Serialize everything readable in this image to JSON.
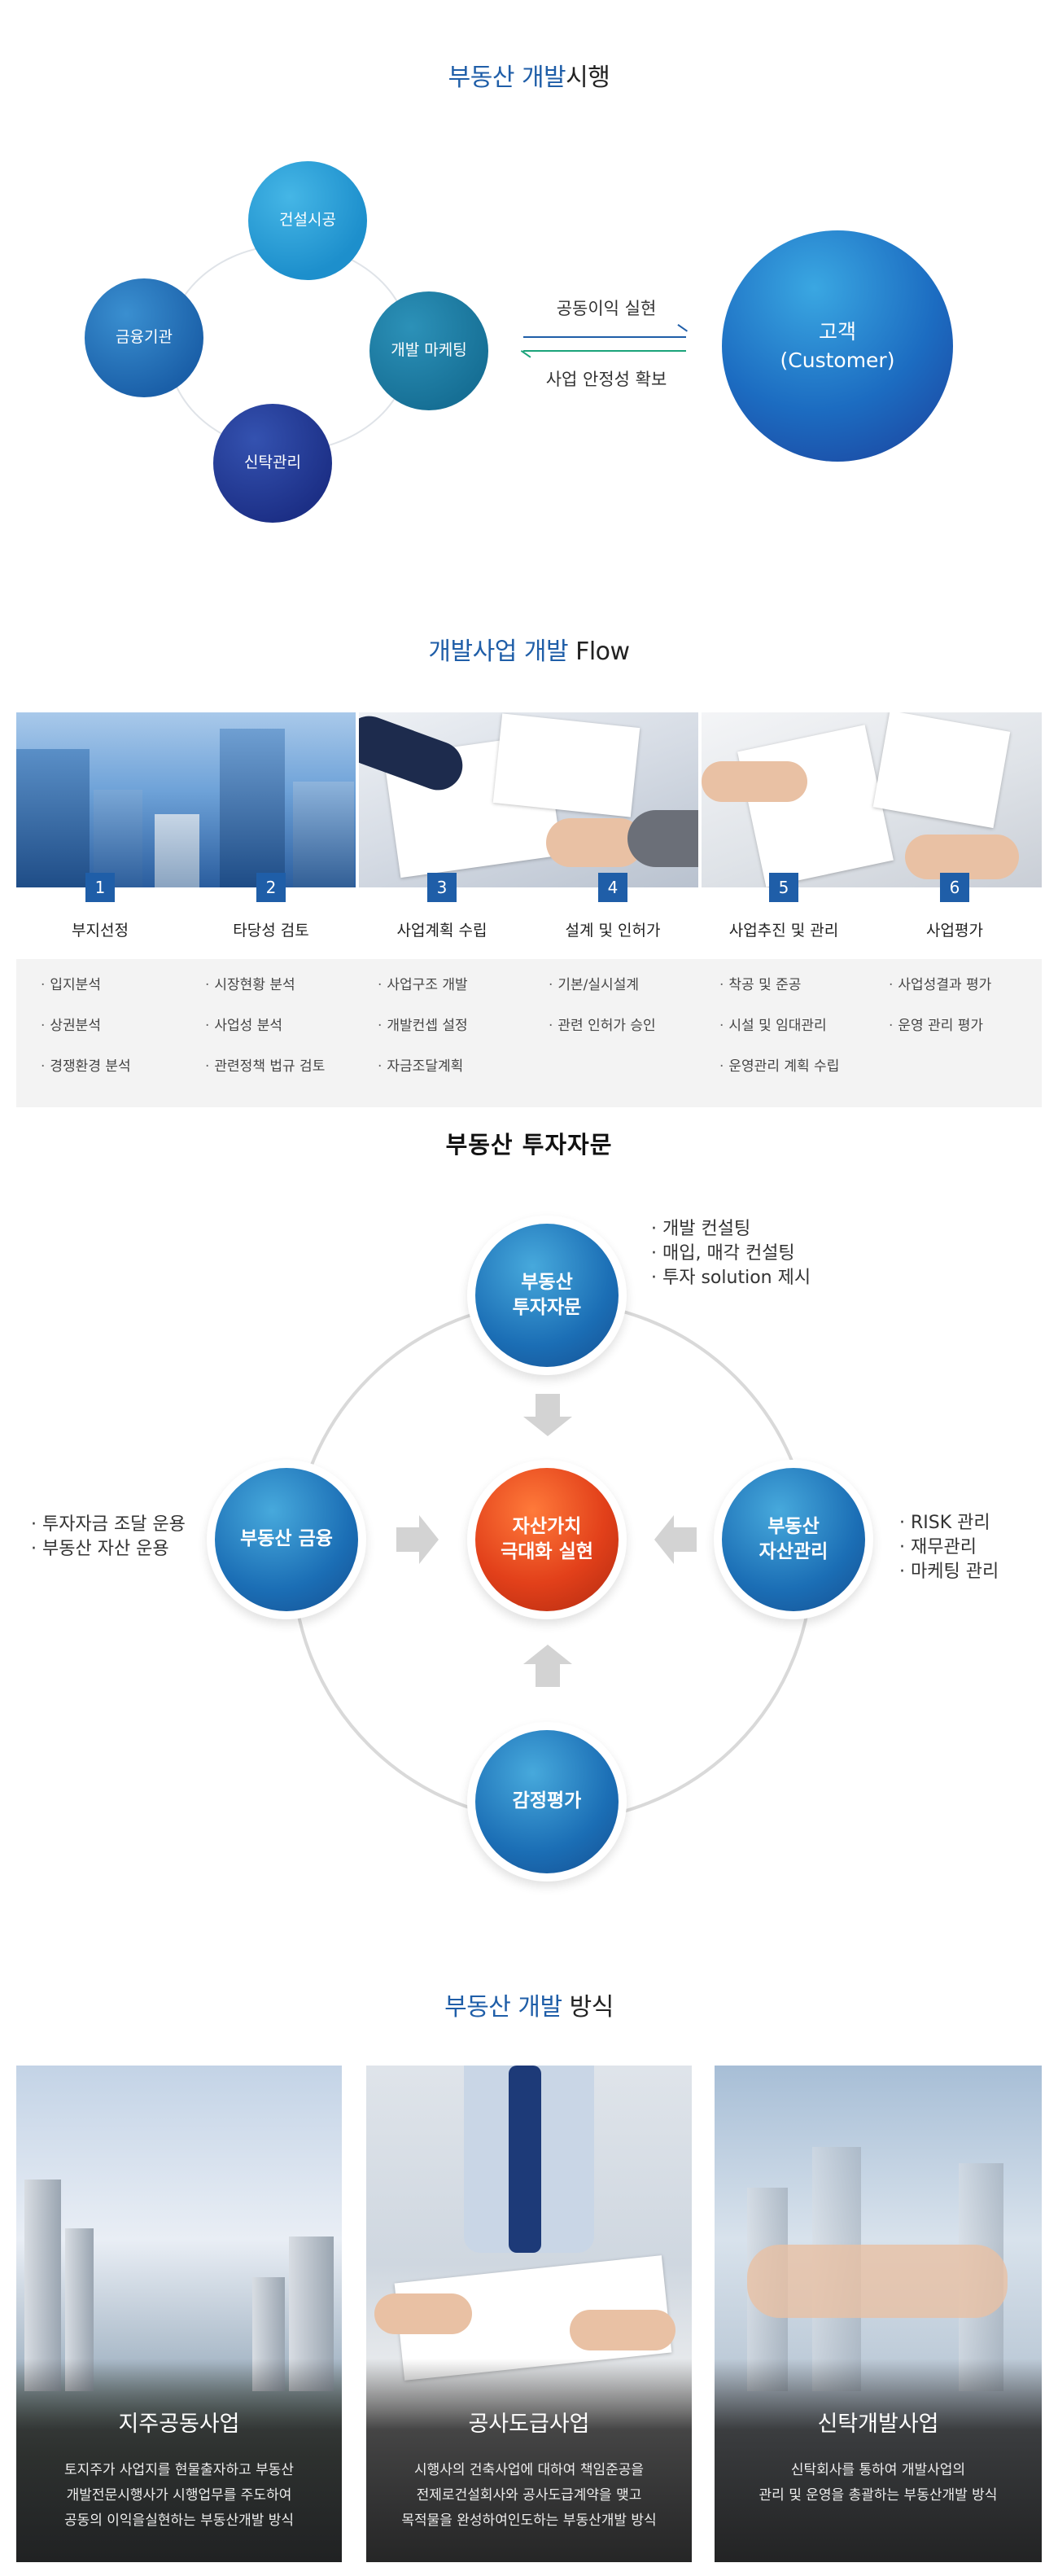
{
  "section1": {
    "title_blue": "부동산 개발",
    "title_rest": "시행",
    "circles": {
      "build": "건설시공",
      "finance": "금융기관",
      "marketing": "개발 마케팅",
      "trust": "신탁관리"
    },
    "arrow_top": "공동이익 실현",
    "arrow_bottom": "사업 안정성 확보",
    "customer_line1": "고객",
    "customer_line2": "(Customer)"
  },
  "section2": {
    "title_blue": "개발사업 개발",
    "title_rest": " Flow",
    "steps": [
      {
        "num": "1",
        "title": "부지선정",
        "items": [
          "입지분석",
          "상권분석",
          "경쟁환경 분석"
        ]
      },
      {
        "num": "2",
        "title": "타당성 검토",
        "items": [
          "시장현황 분석",
          "사업성 분석",
          "관련정책 법규 검토"
        ]
      },
      {
        "num": "3",
        "title": "사업계획 수립",
        "items": [
          "사업구조 개발",
          "개발컨셉 설정",
          "자금조달계획"
        ]
      },
      {
        "num": "4",
        "title": "설계 및 인허가",
        "items": [
          "기본/실시설계",
          "관련 인허가 승인"
        ]
      },
      {
        "num": "5",
        "title": "사업추진 및 관리",
        "items": [
          "착공 및 준공",
          "시설 및 임대관리",
          "운영관리 계획 수립"
        ]
      },
      {
        "num": "6",
        "title": "사업평가",
        "items": [
          "사업성결과 평가",
          "운영 관리 평가"
        ]
      }
    ]
  },
  "section3": {
    "title": "부동산 투자자문",
    "top_l1": "부동산",
    "top_l2": "투자자문",
    "left": "부동산 금융",
    "right_l1": "부동산",
    "right_l2": "자산관리",
    "bottom": "감정평가",
    "center_l1": "자산가치",
    "center_l2": "극대화 실현",
    "top_notes": [
      "개발 컨설팅",
      "매입, 매각 컨설팅",
      "투자 solution 제시"
    ],
    "left_notes": [
      "투자자금 조달 운용",
      "부동산 자산 운용"
    ],
    "right_notes": [
      "RISK 관리",
      "재무관리",
      "마케팅 관리"
    ]
  },
  "section4": {
    "title_blue": "부동산 개발",
    "title_rest": " 방식",
    "cards": [
      {
        "title": "지주공동사업",
        "lines": [
          "토지주가 사업지를 현물출자하고 부동산",
          "개발전문시행사가 시행업무를 주도하여",
          "공동의 이익을실현하는 부동산개발 방식"
        ]
      },
      {
        "title": "공사도급사업",
        "lines": [
          "시행사의 건축사업에 대하여 책임준공을",
          "전제로건설회사와 공사도급계약을 맺고",
          "목적물을 완성하여인도하는 부동산개발 방식"
        ]
      },
      {
        "title": "신탁개발사업",
        "lines": [
          "신탁회사를 통하여 개발사업의",
          "관리 및 운영을 총괄하는 부동산개발 방식"
        ]
      }
    ]
  }
}
